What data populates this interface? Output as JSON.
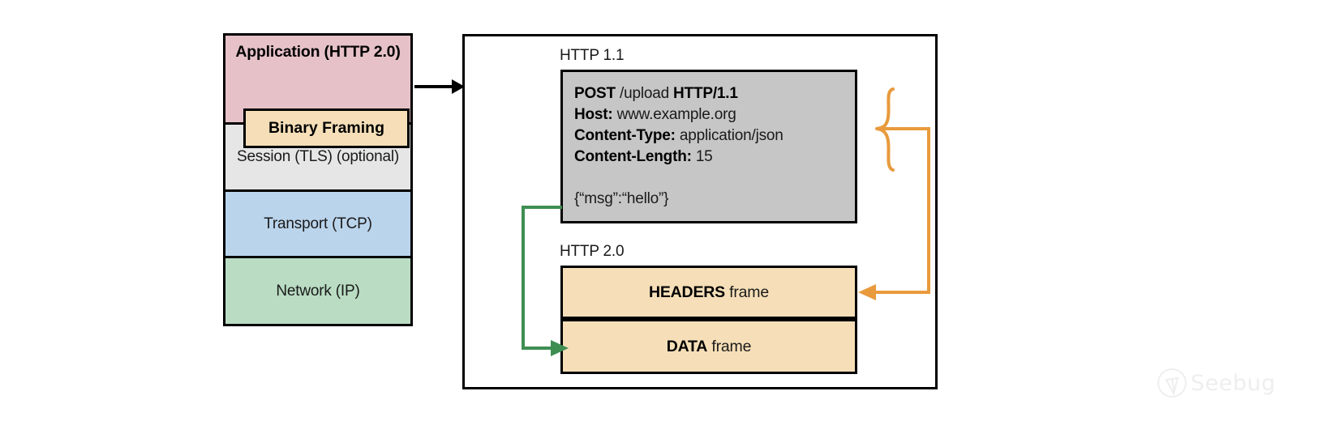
{
  "diagram": {
    "title": "HTTP 1.1 message mapped onto HTTP 2.0 binary frames",
    "colors": {
      "application_layer": "#e6c2c8",
      "binary_framing": "#f6dfb8",
      "session_layer": "#e6e6e6",
      "transport_layer": "#bad4ec",
      "network_layer": "#b9dcc3",
      "message_box": "#c6c6c6",
      "frame": "#f6dfb8",
      "headers_connector": "#e89a3c",
      "data_connector": "#3e8e52",
      "outline": "#000000"
    }
  },
  "stack": {
    "name": "protocol-stack",
    "layers": [
      {
        "id": "application",
        "label": "Application (HTTP 2.0)",
        "color": "#e6c2c8"
      },
      {
        "id": "session",
        "label": "Session (TLS) (optional)",
        "color": "#e6e6e6"
      },
      {
        "id": "transport",
        "label": "Transport (TCP)",
        "color": "#bad4ec"
      },
      {
        "id": "network",
        "label": "Network (IP)",
        "color": "#b9dcc3"
      }
    ],
    "binary_framing": {
      "id": "binary-framing",
      "label": "Binary Framing",
      "color": "#f6dfb8"
    }
  },
  "panel": {
    "http11": {
      "label": "HTTP 1.1",
      "message": {
        "request_line": {
          "method": "POST",
          "path": " /upload ",
          "version": "HTTP/1.1"
        },
        "headers": [
          {
            "name": "Host:",
            "value": " www.example.org"
          },
          {
            "name": "Content-Type:",
            "value": " application/json"
          },
          {
            "name": "Content-Length:",
            "value": " 15"
          }
        ],
        "body": "{“msg”:“hello”}"
      }
    },
    "http20": {
      "label": "HTTP 2.0",
      "frames": [
        {
          "id": "headers-frame",
          "name": "HEADERS",
          "suffix": " frame"
        },
        {
          "id": "data-frame",
          "name": "DATA",
          "suffix": " frame"
        }
      ]
    }
  },
  "connectors": {
    "stack_to_panel": {
      "name": "stack-to-panel-arrow",
      "color": "#000000"
    },
    "headers_to_headers_frame": {
      "name": "headers-to-headers-frame-connector",
      "color": "#e89a3c"
    },
    "body_to_data_frame": {
      "name": "body-to-data-frame-connector",
      "color": "#3e8e52"
    }
  },
  "watermark": {
    "text": "Seebug",
    "icon": "seebug-logo-icon"
  }
}
